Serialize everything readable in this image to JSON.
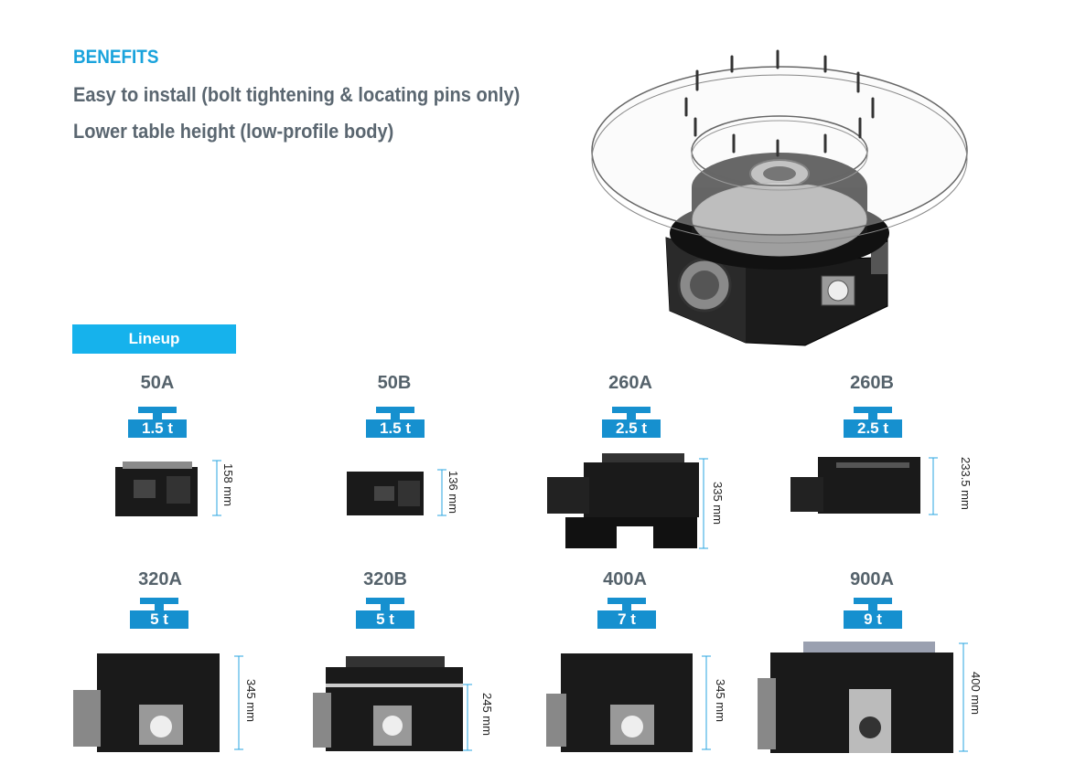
{
  "benefits": {
    "title": "BENEFITS",
    "items": [
      "Easy to install (bolt tightening & locating pins only)",
      "Lower table height (low-profile body)"
    ]
  },
  "lineup": {
    "label": "Lineup",
    "models": [
      {
        "name": "50A",
        "load": "1.5 t",
        "height": "158 mm"
      },
      {
        "name": "50B",
        "load": "1.5 t",
        "height": "136 mm"
      },
      {
        "name": "260A",
        "load": "2.5 t",
        "height": "335 mm"
      },
      {
        "name": "260B",
        "load": "2.5 t",
        "height": "233.5 mm"
      },
      {
        "name": "320A",
        "load": "5 t",
        "height": "345 mm"
      },
      {
        "name": "320B",
        "load": "5 t",
        "height": "245 mm"
      },
      {
        "name": "400A",
        "load": "7 t",
        "height": "345 mm"
      },
      {
        "name": "900A",
        "load": "9 t",
        "height": "400 mm"
      }
    ]
  },
  "colors": {
    "accent": "#1aa3dc",
    "lineup_bar": "#16b2ec",
    "load_badge": "#1690cf",
    "text_gray": "#5a6670",
    "dimension_line": "#2aa6e0"
  }
}
